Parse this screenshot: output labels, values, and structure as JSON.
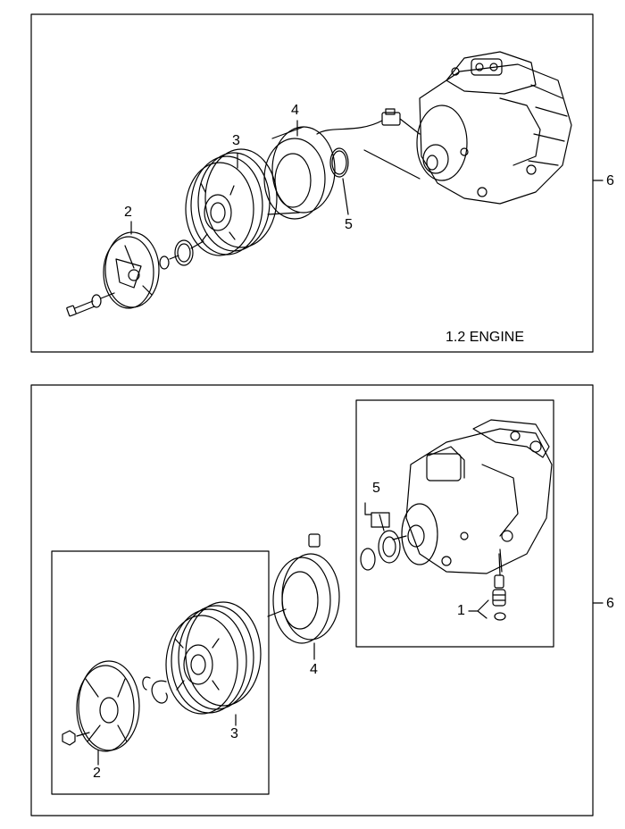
{
  "diagrams": [
    {
      "note": "1.2 ENGINE",
      "callouts": [
        {
          "text": "2"
        },
        {
          "text": "3"
        },
        {
          "text": "4"
        },
        {
          "text": "5"
        },
        {
          "text": "6"
        }
      ]
    },
    {
      "note": "",
      "callouts": [
        {
          "text": "5"
        },
        {
          "text": "1"
        },
        {
          "text": "4"
        },
        {
          "text": "2"
        },
        {
          "text": "3"
        },
        {
          "text": "6"
        }
      ]
    }
  ]
}
